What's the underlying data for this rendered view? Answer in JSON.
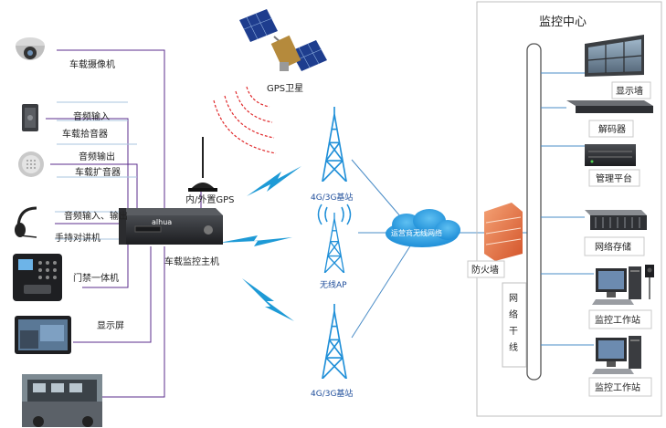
{
  "center": {
    "title": "监控中心",
    "display_wall": "显示墙",
    "decoder": "解码器",
    "mgmt_platform": "管理平台",
    "network_storage": "网络存储",
    "workstation_1": "监控工作站",
    "workstation_2": "监控工作站",
    "backbone_chars": [
      "网",
      "络",
      "干",
      "线"
    ]
  },
  "network": {
    "firewall": "防火墙",
    "carrier_cloud": "运营商无线网络",
    "base_station_top": "4G/3G基站",
    "wireless_ap": "无线AP",
    "base_station_bottom": "4G/3G基站",
    "gps_satellite": "GPS卫星",
    "gps_antenna": "内/外置GPS"
  },
  "vehicle": {
    "host": "车载监控主机",
    "camera": "车载摄像机",
    "audio_in": "音频输入",
    "pickup": "车载拾音器",
    "audio_out": "音频输出",
    "speaker": "车载扩音器",
    "audio_io": "音频输入、输出",
    "walkie": "手持对讲机",
    "access_ctrl": "门禁一体机",
    "display": "显示屏",
    "brand": "alhua"
  },
  "colors": {
    "link_purple": "#5b2d8e",
    "link_blue": "#4a8cc7",
    "lightning": "#1e9ad6",
    "signal_red": "#e0292b",
    "tower": "#1f8fd8",
    "cloud": "#2a9be0"
  }
}
